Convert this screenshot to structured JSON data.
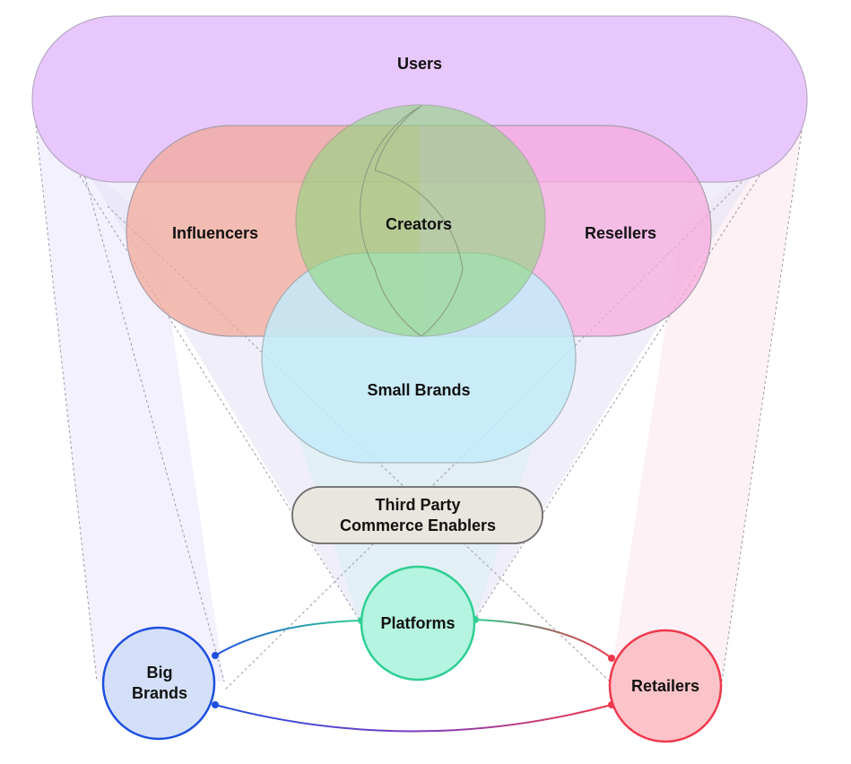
{
  "diagram": {
    "type": "ecosystem-venn-funnel",
    "nodes": {
      "users": {
        "label": "Users",
        "color": "#e8c8fc"
      },
      "influencers": {
        "label": "Influencers",
        "color": "#f5c4b2"
      },
      "resellers": {
        "label": "Resellers",
        "color": "#f8c4e6"
      },
      "creators": {
        "label": "Creators",
        "color": "#b8dca0"
      },
      "small_brands": {
        "label": "Small Brands",
        "color": "#c8ecf8"
      },
      "third_party": {
        "label_line1": "Third Party",
        "label_line2": "Commerce Enablers",
        "color": "#e8e6de"
      },
      "platforms": {
        "label": "Platforms",
        "color": "#b4f4e0",
        "stroke": "#2ecf92"
      },
      "big_brands": {
        "label_line1": "Big",
        "label_line2": "Brands",
        "color": "#d4e0fa",
        "stroke": "#1f4fe0"
      },
      "retailers": {
        "label": "Retailers",
        "color": "#fcc4c8",
        "stroke": "#f0384c"
      }
    },
    "connections": [
      {
        "from": "Big Brands",
        "to": "Platforms"
      },
      {
        "from": "Platforms",
        "to": "Retailers"
      },
      {
        "from": "Big Brands",
        "to": "Retailers"
      }
    ]
  }
}
